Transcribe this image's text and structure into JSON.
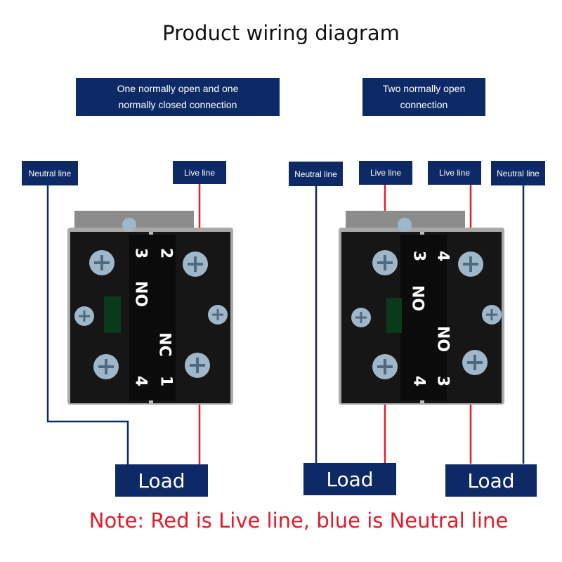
{
  "title": "Product wiring diagram",
  "note": "Note: Red is Live line, blue is Neutral line",
  "colors": {
    "live": "#e0202c",
    "neutral": "#0e2a66",
    "box": "#0e2a66",
    "note": "#e01b2a"
  },
  "left": {
    "heading_line1": "One normally open and one",
    "heading_line2": "normally closed connection",
    "neutral_label": "Neutral line",
    "live_label": "Live line",
    "load_label": "Load",
    "terminals": {
      "tl": "3",
      "tr": "2",
      "bl": "4",
      "br": "1",
      "upper": "NO",
      "lower": "NC"
    }
  },
  "right": {
    "heading_line1": "Two normally open",
    "heading_line2": "connection",
    "neutral_left_label": "Neutral line",
    "live_left_label": "Live line",
    "live_right_label": "Live line",
    "neutral_right_label": "Neutral line",
    "load_left_label": "Load",
    "load_right_label": "Load",
    "terminals": {
      "tl": "3",
      "tr": "4",
      "bl": "4",
      "br": "3",
      "upper": "NO",
      "lower": "NO"
    }
  }
}
